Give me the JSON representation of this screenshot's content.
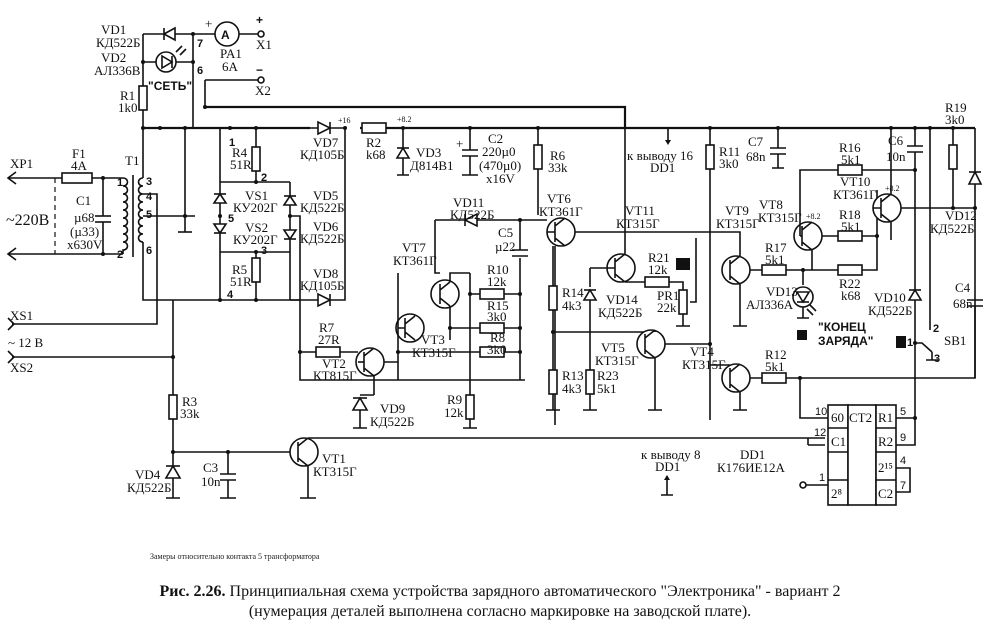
{
  "figure": {
    "number": "Рис. 2.26.",
    "caption_line1": "Принципиальная схема устройства зарядного автоматического \"Электроника\" - вариант 2",
    "caption_line2": "(нумерация деталей выполнена согласно маркировке на заводской плате).",
    "note": "Замеры относительно контакта 5 трансформатора"
  },
  "voltage_marks": {
    "v16": "+16",
    "v82": "+8.2",
    "v82_vt8": "+8.2",
    "v82_vt10": "+8.2"
  },
  "connectors": {
    "xp1": "XP1",
    "mains": "~220В",
    "xs1": "XS1",
    "xs2": "XS2",
    "ac12": "~ 12 В",
    "x1": "X1",
    "x1_sign": "+",
    "x2": "X2",
    "x2_sign": "−"
  },
  "components": {
    "f1": {
      "ref": "F1",
      "value": "4A"
    },
    "t1": {
      "ref": "T1",
      "pins": [
        "1",
        "2",
        "3",
        "4",
        "5",
        "6"
      ]
    },
    "c1": {
      "ref": "C1",
      "value": "µ68",
      "alt": "(µ33)",
      "rating": "x630V"
    },
    "vd1": {
      "ref": "VD1",
      "value": "КД522Б"
    },
    "vd2": {
      "ref": "VD2",
      "value": "АЛ336В",
      "label": "\"СЕТЬ\""
    },
    "pa1": {
      "ref": "PA1",
      "value": "6A",
      "symbol": "A"
    },
    "r1": {
      "ref": "R1",
      "value": "1k0"
    },
    "r4": {
      "ref": "R4",
      "value": "51R"
    },
    "r5": {
      "ref": "R5",
      "value": "51R"
    },
    "vs1": {
      "ref": "VS1",
      "value": "КУ202Г"
    },
    "vs2": {
      "ref": "VS2",
      "value": "КУ202Г"
    },
    "vd5": {
      "ref": "VD5",
      "value": "КД522Б"
    },
    "vd6": {
      "ref": "VD6",
      "value": "КД522Б"
    },
    "vd7": {
      "ref": "VD7",
      "value": "КД105Б"
    },
    "vd8": {
      "ref": "VD8",
      "value": "КД105Б"
    },
    "r2": {
      "ref": "R2",
      "value": "k68"
    },
    "vd3": {
      "ref": "VD3",
      "value": "Д814В1"
    },
    "c2": {
      "ref": "C2",
      "value": "220µ0",
      "alt": "(470µ0)",
      "rating": "x16V"
    },
    "vd11": {
      "ref": "VD11",
      "value": "КД522Б"
    },
    "c5": {
      "ref": "C5",
      "value": "µ22"
    },
    "r6": {
      "ref": "R6",
      "value": "33k"
    },
    "vt6": {
      "ref": "VT6",
      "value": "КТ361Г"
    },
    "vt7": {
      "ref": "VT7",
      "value": "КТ361Г"
    },
    "vt3": {
      "ref": "VT3",
      "value": "КТ315Г"
    },
    "vt2": {
      "ref": "VT2",
      "value": "КТ815Г"
    },
    "r7": {
      "ref": "R7",
      "value": "27R"
    },
    "r10": {
      "ref": "R10",
      "value": "12k"
    },
    "r15": {
      "ref": "R15",
      "value": "3k0"
    },
    "r8": {
      "ref": "R8",
      "value": "3k0"
    },
    "r9": {
      "ref": "R9",
      "value": "12k"
    },
    "vd9": {
      "ref": "VD9",
      "value": "КД522Б"
    },
    "r3": {
      "ref": "R3",
      "value": "33k"
    },
    "vd4": {
      "ref": "VD4",
      "value": "КД522Б"
    },
    "c3": {
      "ref": "C3",
      "value": "10n"
    },
    "vt1": {
      "ref": "VT1",
      "value": "КТ315Г"
    },
    "vt11": {
      "ref": "VT11",
      "value": "КТ315Г"
    },
    "r14": {
      "ref": "R14",
      "value": "4k3"
    },
    "r13": {
      "ref": "R13",
      "value": "4k3"
    },
    "r23": {
      "ref": "R23",
      "value": "5k1"
    },
    "vd14": {
      "ref": "VD14",
      "value": "КД522Б"
    },
    "vt5": {
      "ref": "VT5",
      "value": "КТ315Г"
    },
    "r21": {
      "ref": "R21",
      "value": "12k"
    },
    "pr1": {
      "ref": "PR1",
      "value": "22k"
    },
    "r11": {
      "ref": "R11",
      "value": "3k0"
    },
    "vt9": {
      "ref": "VT9",
      "value": "КТ315Г"
    },
    "vt4": {
      "ref": "VT4",
      "value": "КТ315Г"
    },
    "c7": {
      "ref": "C7",
      "value": "68n"
    },
    "vt8": {
      "ref": "VT8",
      "value": "КТ315Г"
    },
    "vt10": {
      "ref": "VT10",
      "value": "КТ361Г"
    },
    "r16": {
      "ref": "R16",
      "value": "5k1"
    },
    "r17": {
      "ref": "R17",
      "value": "5k1"
    },
    "r18": {
      "ref": "R18",
      "value": "5k1"
    },
    "r22": {
      "ref": "R22",
      "value": "k68"
    },
    "r12": {
      "ref": "R12",
      "value": "5k1"
    },
    "vd13": {
      "ref": "VD13",
      "value": "АЛ336А",
      "label1": "\"КОНЕЦ",
      "label2": "ЗАРЯДА\""
    },
    "c6": {
      "ref": "C6",
      "value": "10n"
    },
    "r19": {
      "ref": "R19",
      "value": "3k0"
    },
    "vd12": {
      "ref": "VD12",
      "value": "КД522Б"
    },
    "vd10": {
      "ref": "VD10",
      "value": "КД522Б"
    },
    "c4": {
      "ref": "C4",
      "value": "68n"
    },
    "sb1": {
      "ref": "SB1",
      "pins": [
        "1",
        "2",
        "3"
      ]
    },
    "dd1": {
      "ref": "DD1",
      "value": "К176ИЕ12А",
      "title": "CT2",
      "left_pins": [
        {
          "num": "10",
          "name": "60"
        },
        {
          "num": "12",
          "name": "C1"
        },
        {
          "num": "1",
          "name": "2⁸"
        }
      ],
      "right_pins": [
        {
          "num": "5",
          "name": "R1"
        },
        {
          "num": "9",
          "name": "R2"
        },
        {
          "num": "4",
          "name": "2¹⁵"
        },
        {
          "num": "7",
          "name": "C2"
        }
      ]
    }
  },
  "notes": {
    "to_pin16_a": "к выводу 16",
    "to_pin16_b": "DD1",
    "to_pin8_a": "к выводу 8",
    "to_pin8_b": "DD1"
  },
  "pins": {
    "p7": "7",
    "p6": "6",
    "p1": "1",
    "p2": "2",
    "p3": "3",
    "p4": "4",
    "p5": "5"
  }
}
